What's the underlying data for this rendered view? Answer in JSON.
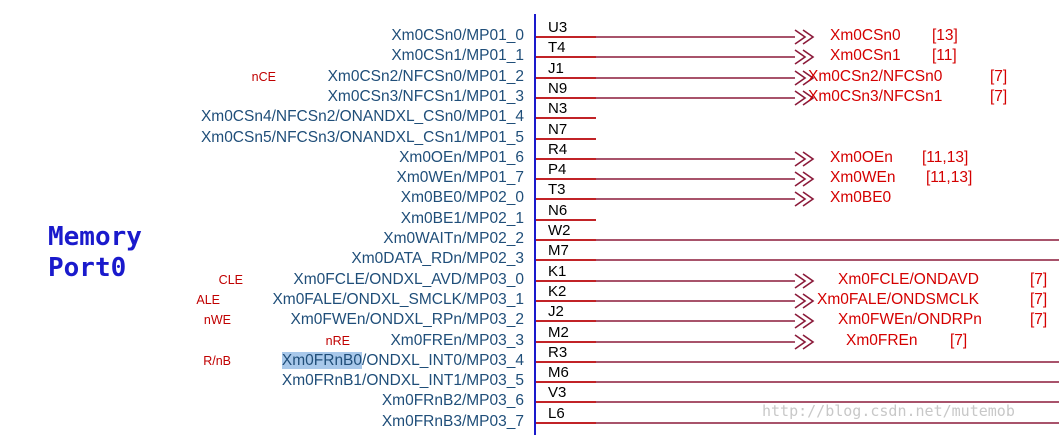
{
  "title": [
    "Memory",
    "Port0"
  ],
  "pins": [
    {
      "ball": "U3",
      "name": "Xm0CSn0/MP01_0",
      "role": "",
      "net": "Xm0CSn0",
      "ref": "[13]"
    },
    {
      "ball": "T4",
      "name": "Xm0CSn1/MP01_1",
      "role": "",
      "net": "Xm0CSn1",
      "ref": "[11]"
    },
    {
      "ball": "J1",
      "name": "Xm0CSn2/NFCSn0/MP01_2",
      "role": "nCE",
      "net": "Xm0CSn2/NFCSn0",
      "ref": "[7]"
    },
    {
      "ball": "N9",
      "name": "Xm0CSn3/NFCSn1/MP01_3",
      "role": "",
      "net": "Xm0CSn3/NFCSn1",
      "ref": "[7]"
    },
    {
      "ball": "N3",
      "name": "Xm0CSn4/NFCSn2/ONANDXL_CSn0/MP01_4",
      "role": "",
      "net": "",
      "ref": ""
    },
    {
      "ball": "N7",
      "name": "Xm0CSn5/NFCSn3/ONANDXL_CSn1/MP01_5",
      "role": "",
      "net": "",
      "ref": ""
    },
    {
      "ball": "R4",
      "name": "Xm0OEn/MP01_6",
      "role": "",
      "net": "Xm0OEn",
      "ref": "[11,13]"
    },
    {
      "ball": "P4",
      "name": "Xm0WEn/MP01_7",
      "role": "",
      "net": "Xm0WEn",
      "ref": "[11,13]"
    },
    {
      "ball": "T3",
      "name": "Xm0BE0/MP02_0",
      "role": "",
      "net": "Xm0BE0",
      "ref": ""
    },
    {
      "ball": "N6",
      "name": "Xm0BE1/MP02_1",
      "role": "",
      "net": "",
      "ref": ""
    },
    {
      "ball": "W2",
      "name": "Xm0WAITn/MP02_2",
      "role": "",
      "net": "",
      "ref": ""
    },
    {
      "ball": "M7",
      "name": "Xm0DATA_RDn/MP02_3",
      "role": "",
      "net": "",
      "ref": ""
    },
    {
      "ball": "K1",
      "name": "Xm0FCLE/ONDXL_AVD/MP03_0",
      "role": "CLE",
      "net": "Xm0FCLE/ONDAVD",
      "ref": "[7]"
    },
    {
      "ball": "K2",
      "name": "Xm0FALE/ONDXL_SMCLK/MP03_1",
      "role": "ALE",
      "net": "Xm0FALE/ONDSMCLK",
      "ref": "[7]"
    },
    {
      "ball": "J2",
      "name": "Xm0FWEn/ONDXL_RPn/MP03_2",
      "role": "nWE",
      "net": "Xm0FWEn/ONDRPn",
      "ref": "[7]"
    },
    {
      "ball": "M2",
      "name": "Xm0FREn/MP03_3",
      "role": "nRE",
      "net": "Xm0FREn",
      "ref": "[7]"
    },
    {
      "ball": "R3",
      "name": "Xm0FRnB0/ONDXL_INT0/MP03_4",
      "role": "R/nB",
      "net": "",
      "ref": ""
    },
    {
      "ball": "M6",
      "name": "Xm0FRnB1/ONDXL_INT1/MP03_5",
      "role": "",
      "net": "",
      "ref": ""
    },
    {
      "ball": "V3",
      "name": "Xm0FRnB2/MP03_6",
      "role": "",
      "net": "",
      "ref": ""
    },
    {
      "ball": "L6",
      "name": "Xm0FRnB3/MP03_7",
      "role": "",
      "net": "",
      "ref": ""
    }
  ],
  "highlight": {
    "pin_index": 16,
    "text": "Xm0FRnB0",
    "rest": "/ONDXL_INT0/MP03_4"
  },
  "watermark": "http://blog.csdn.net/mutemob",
  "colors": {
    "pin_text": "#1f4e79",
    "role_text": "#c00000",
    "net_text": "#d40000",
    "wire": "#8b1a3a",
    "body_edge": "#1a1acc",
    "title": "#1a1acc",
    "highlight": "#a8c8ea"
  }
}
